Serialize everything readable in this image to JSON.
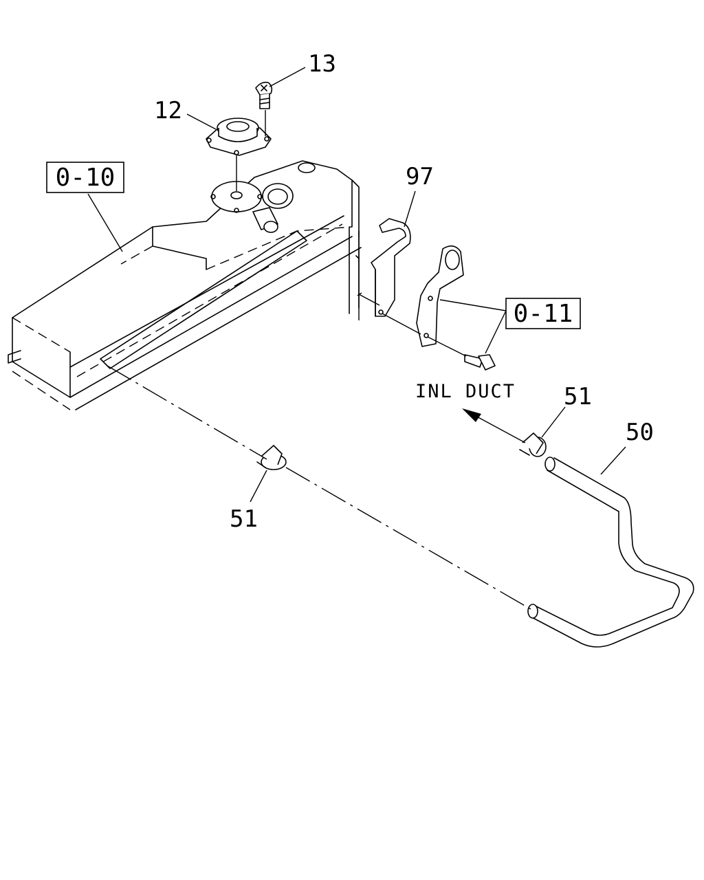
{
  "callouts": {
    "p13": "13",
    "p12": "12",
    "p97": "97",
    "p51_right": "51",
    "p50": "50",
    "p51_left": "51"
  },
  "ref_boxes": {
    "ref_0_10": "0-10",
    "ref_0_11": "0-11"
  },
  "annotation": {
    "inl_duct": "INL DUCT"
  }
}
